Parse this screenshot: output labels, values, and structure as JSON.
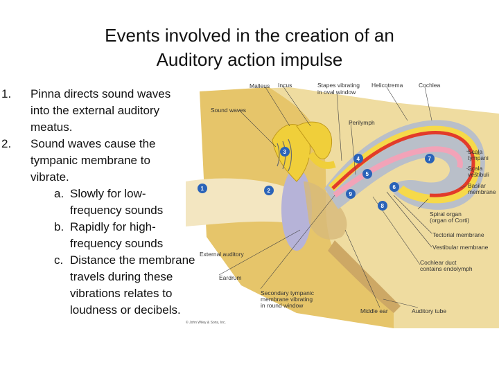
{
  "slide": {
    "title_line1": "Events involved in the creation of an",
    "title_line2": "Auditory action impulse",
    "items": [
      {
        "num": "1.",
        "lines": [
          "Pinna directs sound waves",
          "into the external auditory",
          "meatus."
        ]
      },
      {
        "num": "2.",
        "lines": [
          "Sound waves cause the",
          "tympanic membrane to",
          "vibrate."
        ]
      }
    ],
    "subitems": [
      {
        "num": "a.",
        "lines": [
          "Slowly for low-",
          "frequency sounds"
        ]
      },
      {
        "num": "b.",
        "lines": [
          "Rapidly for high-",
          "frequency sounds"
        ]
      },
      {
        "num": "c.",
        "lines": [
          "Distance the membrane",
          "travels during these",
          "vibrations relates to",
          "loudness or decibels."
        ]
      }
    ]
  },
  "figure": {
    "labels": {
      "malleus": "Malleus",
      "incus": "Incus",
      "stapes1": "Stapes vibrating",
      "stapes2": "in oval window",
      "helicotrema": "Helicotrema",
      "cochlea": "Cochlea",
      "sound_waves": "Sound waves",
      "perilymph": "Perilymph",
      "scala_tympani1": "Scala",
      "scala_tympani2": "tympani",
      "scala_vestibuli1": "Scala",
      "scala_vestibuli2": "vestibuli",
      "basilar1": "Basilar",
      "basilar2": "membrane",
      "spiral1": "Spiral organ",
      "spiral2": "(organ of Corti)",
      "tectorial": "Tectorial membrane",
      "vestibular": "Vestibular membrane",
      "external_auditory": "External auditory",
      "eardrum": "Eardrum",
      "cochlear_duct1": "Cochlear duct",
      "cochlear_duct2": "contains endolymph",
      "secondary1": "Secondary tympanic",
      "secondary2": "membrane vibrating",
      "secondary3": "in round window",
      "middle_ear": "Middle ear",
      "auditory_tube": "Auditory tube",
      "copyright": "© John Wiley & Sons, Inc."
    },
    "step_numbers": [
      "1",
      "2",
      "3",
      "4",
      "5",
      "6",
      "7",
      "8",
      "9"
    ],
    "colors": {
      "bone": "#e6c56a",
      "ossicles": "#f0cf3a",
      "cochlea_outer": "#b9bfc9",
      "scala_red": "#e23b2a",
      "scala_yellow": "#f6d94a",
      "number_badge": "#2a63b8",
      "eardrum": "#b6b3d8"
    }
  }
}
